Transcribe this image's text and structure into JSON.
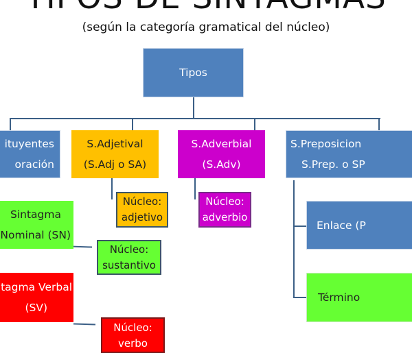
{
  "title": "TIPOS DE SINTAGMAS",
  "subtitle": "(según la categoría gramatical del núcleo)",
  "root": {
    "label": "Tipos"
  },
  "categories": [
    {
      "line1": "ituyentes",
      "line2": "oración"
    },
    {
      "line1": "S.Adjetival",
      "line2": "(S.Adj o SA)"
    },
    {
      "line1": "S.Adverbial",
      "line2": "(S.Adv)"
    },
    {
      "line1": "S.Preposicion",
      "line2": "S.Prep. o SP"
    }
  ],
  "constituents": [
    {
      "line1": "Sintagma",
      "line2": "Nominal (SN)",
      "nucleus1": "Núcleo:",
      "nucleus2": "sustantivo"
    },
    {
      "line1": "ntagma Verbal",
      "line2": "(SV)",
      "nucleus1": "Núcleo:",
      "nucleus2": "verbo"
    }
  ],
  "adjective_nucleus": {
    "line1": "Núcleo:",
    "line2": "adjetivo"
  },
  "adverb_nucleus": {
    "line1": "Núcleo:",
    "line2": "adverbio"
  },
  "prep_parts": [
    {
      "label": "Enlace (P"
    },
    {
      "label": "Término"
    }
  ],
  "colors": {
    "blue": "#4f81bd",
    "orange": "#ffc000",
    "purple": "#cc00cc",
    "green": "#66ff33",
    "red": "#ff0000"
  }
}
